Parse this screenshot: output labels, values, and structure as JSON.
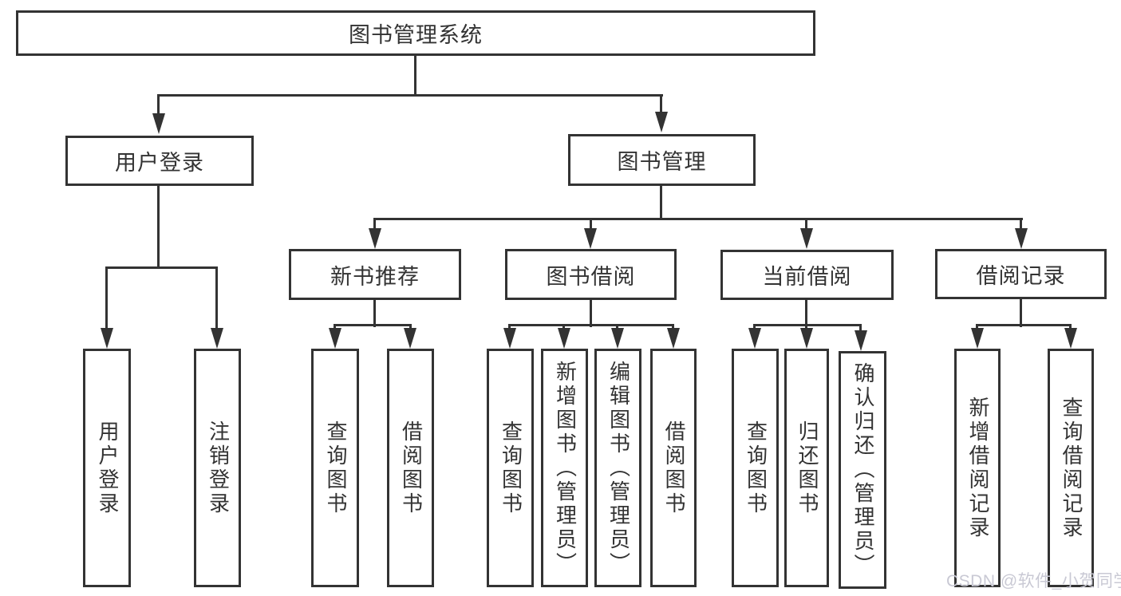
{
  "colors": {
    "line": "#333333",
    "text": "#333333",
    "background": "#ffffff",
    "watermark": "#c9c9d4"
  },
  "watermark": {
    "text": "CSDN @软件_小贺同学"
  },
  "nodes": {
    "root": {
      "label": "图书管理系统"
    },
    "l2": [
      {
        "label": "用户登录"
      },
      {
        "label": "图书管理"
      }
    ],
    "l3": [
      {
        "label": "新书推荐"
      },
      {
        "label": "图书借阅"
      },
      {
        "label": "当前借阅"
      },
      {
        "label": "借阅记录"
      }
    ],
    "l4": [
      {
        "label": "用户登录"
      },
      {
        "label": "注销登录"
      },
      {
        "label": "查询图书"
      },
      {
        "label": "借阅图书"
      },
      {
        "label": "查询图书"
      },
      {
        "label": "新增图书（管理员）"
      },
      {
        "label": "编辑图书（管理员）"
      },
      {
        "label": "借阅图书"
      },
      {
        "label": "查询图书"
      },
      {
        "label": "归还图书"
      },
      {
        "label": "确认归还（管理员）"
      },
      {
        "label": "新增借阅记录"
      },
      {
        "label": "查询借阅记录"
      }
    ]
  },
  "hierarchy": {
    "图书管理系统": {
      "用户登录": [
        "用户登录",
        "注销登录"
      ],
      "图书管理": {
        "新书推荐": [
          "查询图书",
          "借阅图书"
        ],
        "图书借阅": [
          "查询图书",
          "新增图书（管理员）",
          "编辑图书（管理员）",
          "借阅图书"
        ],
        "当前借阅": [
          "查询图书",
          "归还图书",
          "确认归还（管理员）"
        ],
        "借阅记录": [
          "新增借阅记录",
          "查询借阅记录"
        ]
      }
    }
  }
}
